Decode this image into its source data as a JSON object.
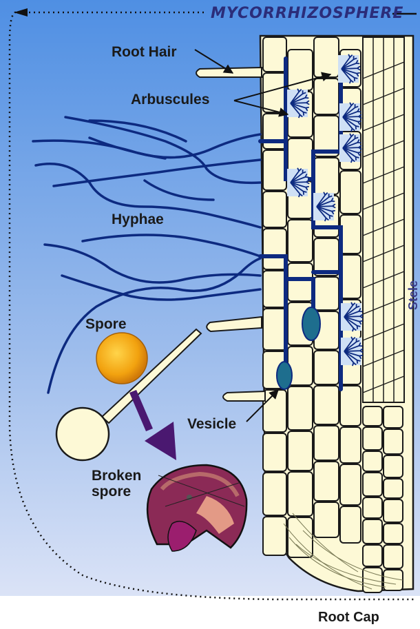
{
  "title": "MYCORRHIZOSPHERE",
  "labels": {
    "root_hair": "Root Hair",
    "arbuscules": "Arbuscules",
    "hyphae": "Hyphae",
    "spore": "Spore",
    "broken_spore_line1": "Broken",
    "broken_spore_line2": "spore",
    "vesicle": "Vesicle",
    "stele": "Stele",
    "root_cap": "Root Cap"
  },
  "colors": {
    "background_top": "#4f8fe3",
    "background_bottom": "#dfe6f8",
    "root_cell": "#fdf9d6",
    "hyphae": "#0d2a80",
    "vesicle": "#1e6e8e",
    "spore": "#f2a20f",
    "arrow": "#4a1870",
    "broken_spore": "#8b2a56",
    "broken_spore_core": "#9b1e6e"
  }
}
